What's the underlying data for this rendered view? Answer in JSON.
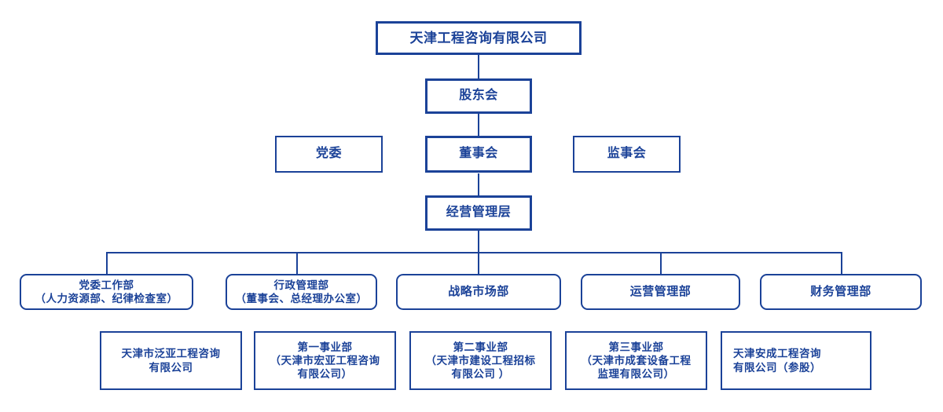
{
  "chart": {
    "title_node": {
      "id": "company",
      "lines": [
        "天津工程咨询有限公司"
      ]
    },
    "levels": {
      "shareholders": {
        "id": "shareholders-meeting",
        "lines": [
          "股东会"
        ]
      },
      "governance": [
        {
          "id": "party-committee",
          "lines": [
            "党委"
          ]
        },
        {
          "id": "board-of-directors",
          "lines": [
            "董事会"
          ]
        },
        {
          "id": "board-of-supervisors",
          "lines": [
            "监事会"
          ]
        }
      ],
      "management": {
        "id": "management-layer",
        "lines": [
          "经营管理层"
        ]
      },
      "departments": [
        {
          "id": "party-work-dept",
          "lines": [
            "党委工作部",
            "（人力资源部、纪律检查室）"
          ]
        },
        {
          "id": "administration-dept",
          "lines": [
            "行政管理部",
            "（董事会、总经理办公室）"
          ]
        },
        {
          "id": "strategy-market-dept",
          "lines": [
            "战略市场部"
          ]
        },
        {
          "id": "operations-dept",
          "lines": [
            "运营管理部"
          ]
        },
        {
          "id": "finance-dept",
          "lines": [
            "财务管理部"
          ]
        }
      ],
      "subsidiaries": [
        {
          "id": "fanya",
          "lines": [
            "天津市泛亚工程咨询",
            "有限公司"
          ],
          "align": "center"
        },
        {
          "id": "division-1",
          "lines": [
            "第一事业部",
            "（天津市宏亚工程咨询",
            "有限公司）"
          ],
          "align": "center"
        },
        {
          "id": "division-2",
          "lines": [
            "第二事业部",
            "（天津市建设工程招标",
            "有限公司 ）"
          ],
          "align": "center"
        },
        {
          "id": "division-3",
          "lines": [
            "第三事业部",
            "（天津市成套设备工程",
            "监理有限公司）"
          ],
          "align": "center"
        },
        {
          "id": "ancheng",
          "lines": [
            "天津安成工程咨询",
            "有限公司（参股）"
          ],
          "align": "left"
        }
      ]
    },
    "colors": {
      "line": "#1b4298",
      "text": "#1b4298",
      "background": "#ffffff"
    }
  }
}
